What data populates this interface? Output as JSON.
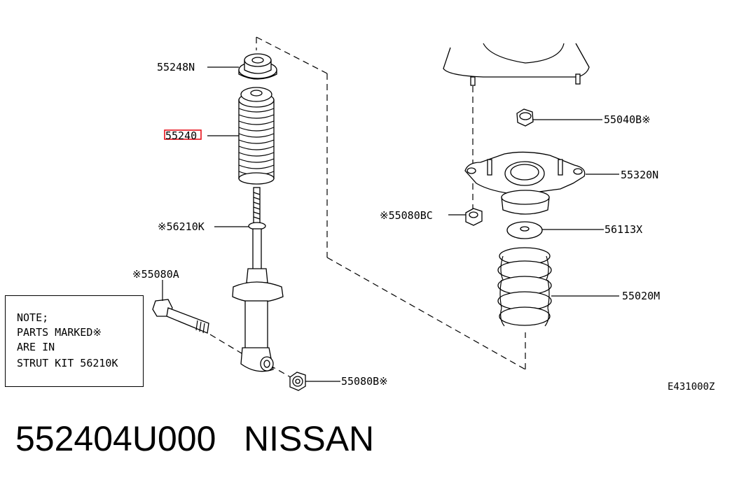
{
  "labels": {
    "p55248n": "55248N",
    "p55240": "55240",
    "p56210k": "※56210K",
    "p55080a": "※55080A",
    "p55080b": "55080B※",
    "p55040b": "55040B※",
    "p55320n": "55320N",
    "p55080bc": "※55080BC",
    "p56113x": "56113X",
    "p55020m": "55020M"
  },
  "note": {
    "line1": "NOTE;",
    "line2": "PARTS MARKED※",
    "line3": "ARE IN",
    "line4": "STRUT KIT 56210K"
  },
  "diagram_code": "E431000Z",
  "footer": {
    "part_number": "552404U000",
    "brand": "NISSAN"
  },
  "colors": {
    "highlight": "#e8101a",
    "ink": "#000000"
  }
}
